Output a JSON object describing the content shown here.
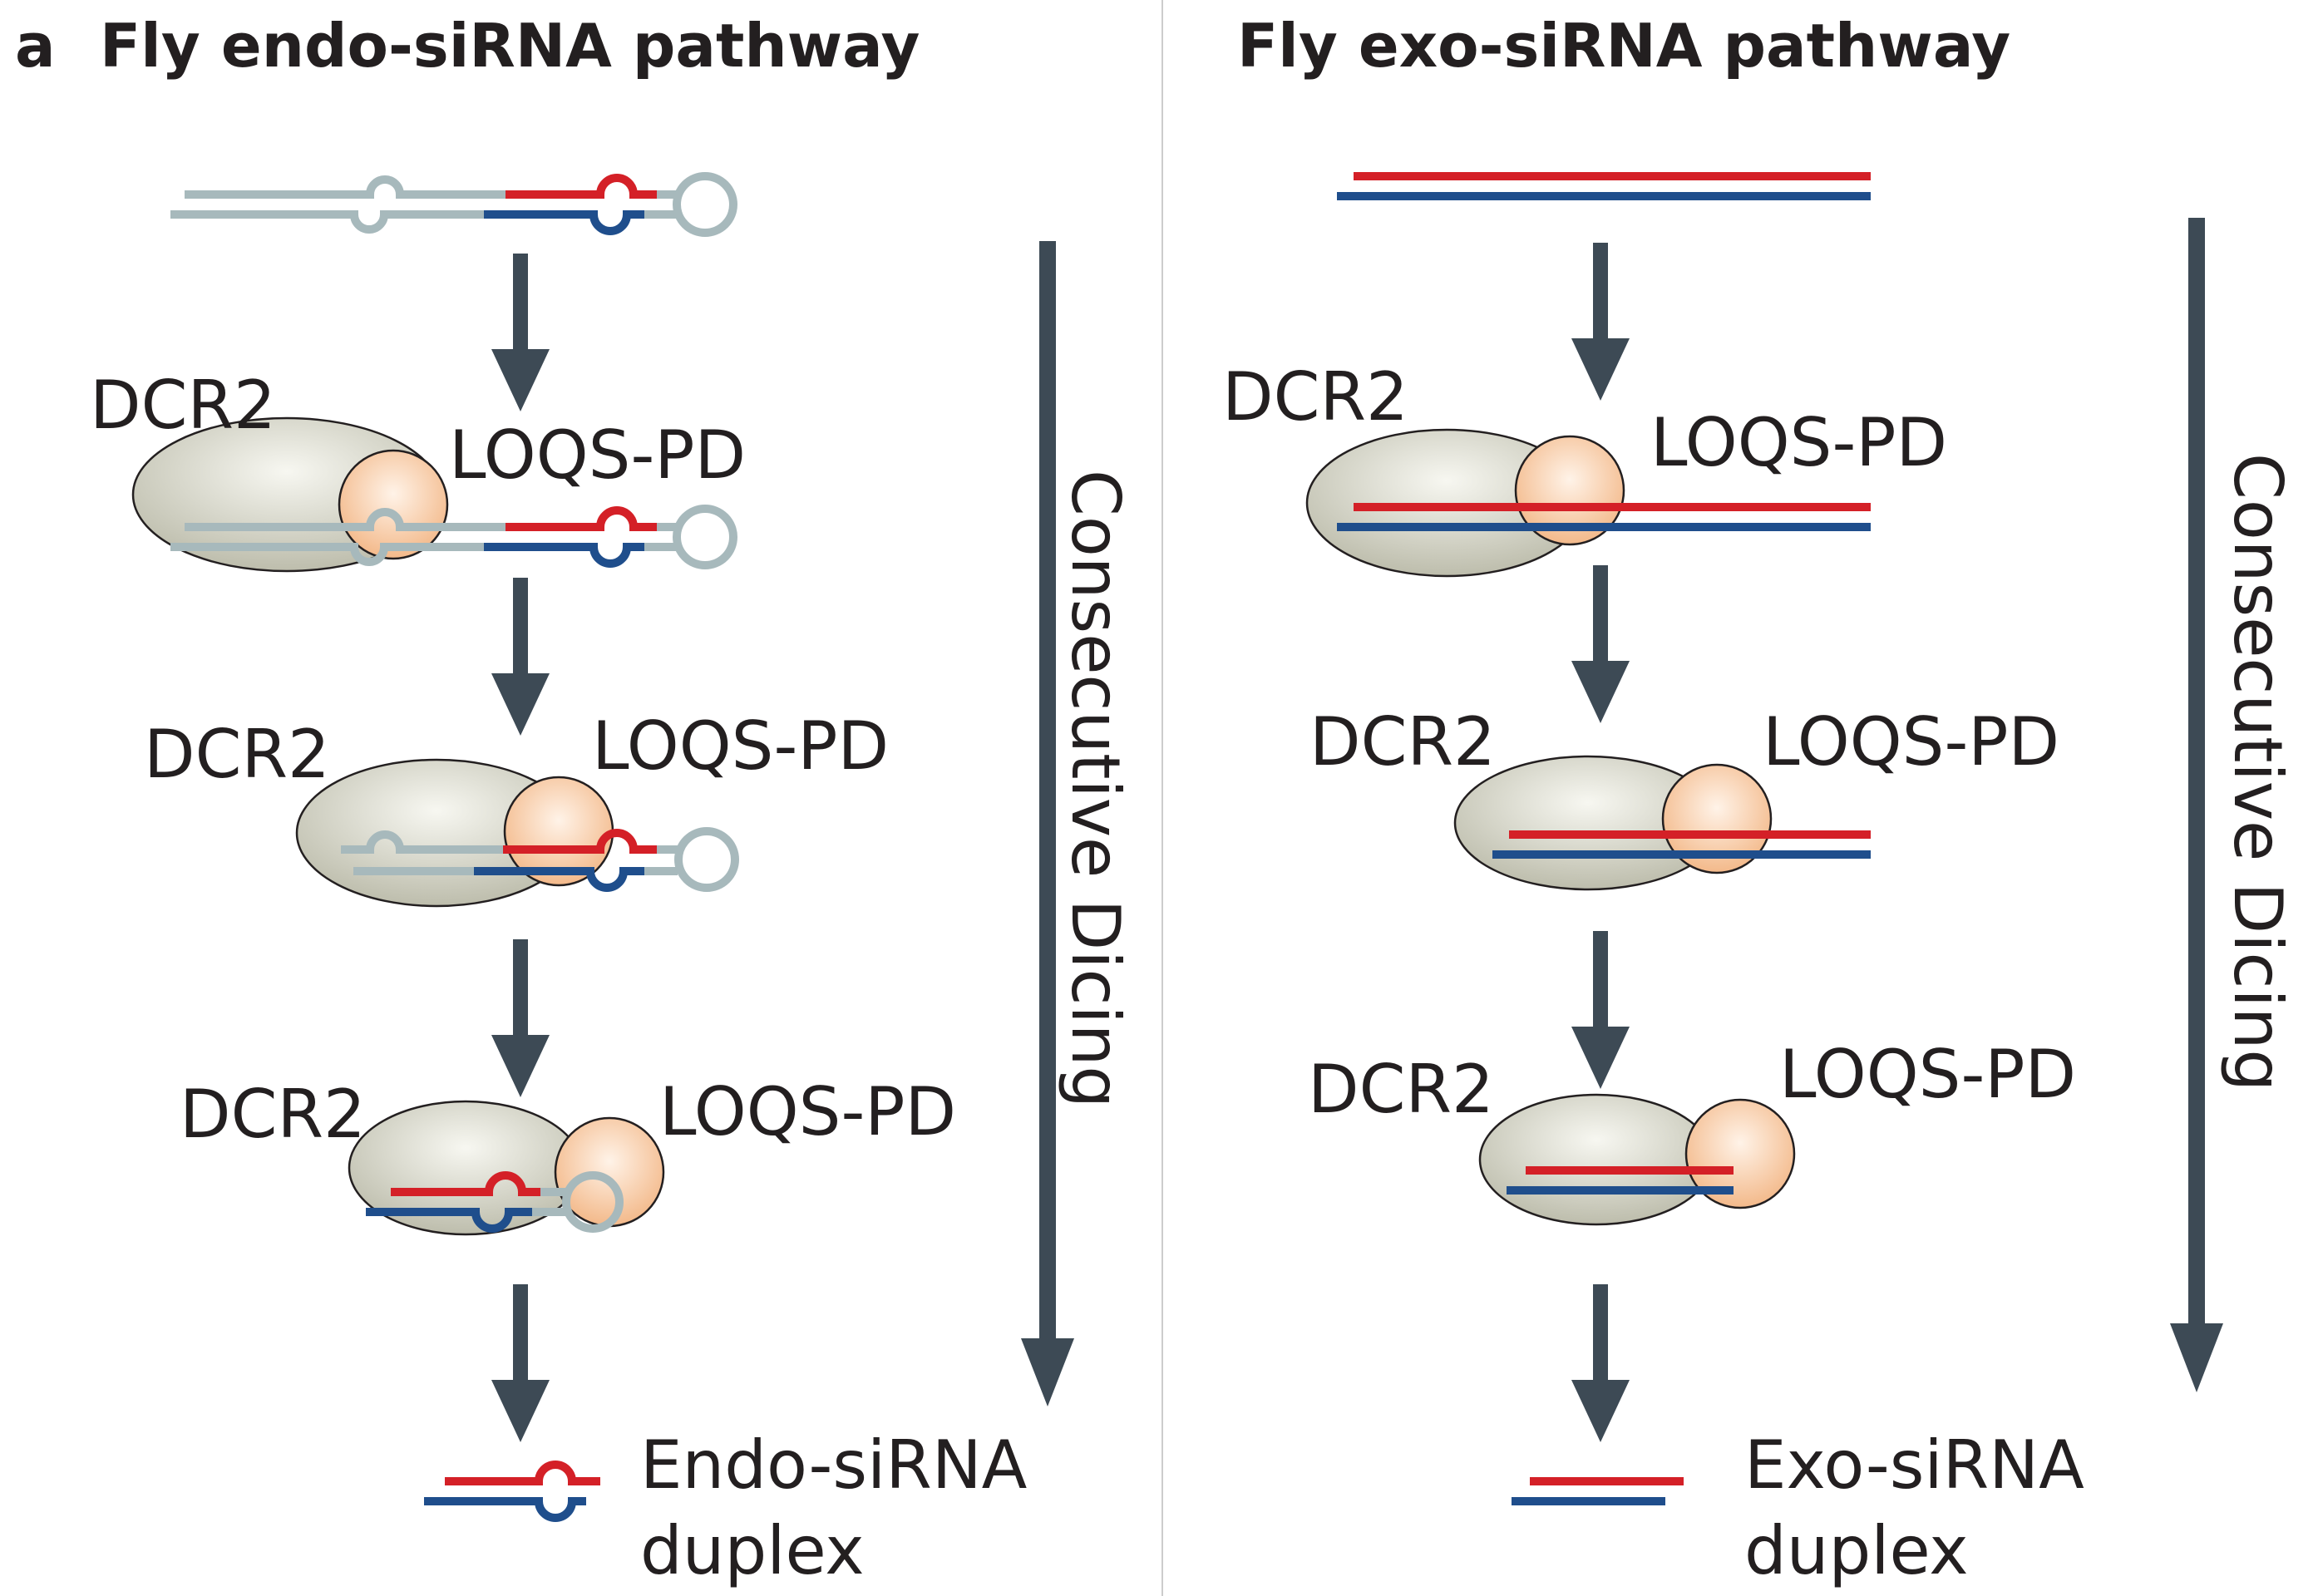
{
  "panel_letter": "a",
  "left": {
    "title": "Fly endo-siRNA pathway",
    "steps": [
      {
        "dcr2": "DCR2",
        "loqs": "LOQS-PD"
      },
      {
        "dcr2": "DCR2",
        "loqs": "LOQS-PD"
      },
      {
        "dcr2": "DCR2",
        "loqs": "LOQS-PD"
      }
    ],
    "side_label": "Consecutive Dicing",
    "product_line1": "Endo-siRNA",
    "product_line2": "duplex"
  },
  "right": {
    "title": "Fly exo-siRNA pathway",
    "steps": [
      {
        "dcr2": "DCR2",
        "loqs": "LOQS-PD"
      },
      {
        "dcr2": "DCR2",
        "loqs": "LOQS-PD"
      },
      {
        "dcr2": "DCR2",
        "loqs": "LOQS-PD"
      }
    ],
    "side_label": "Consecutive Dicing",
    "product_line1": "Exo-siRNA",
    "product_line2": "duplex"
  },
  "colors": {
    "red_strand": "#d42027",
    "blue_strand": "#1f4e8c",
    "grey_strand": "#a7b9bc",
    "arrow": "#3d4a55",
    "dcr2_body": "#c9c9b8",
    "loqs_body": "#f5c69c",
    "divider": "#cccccc"
  }
}
